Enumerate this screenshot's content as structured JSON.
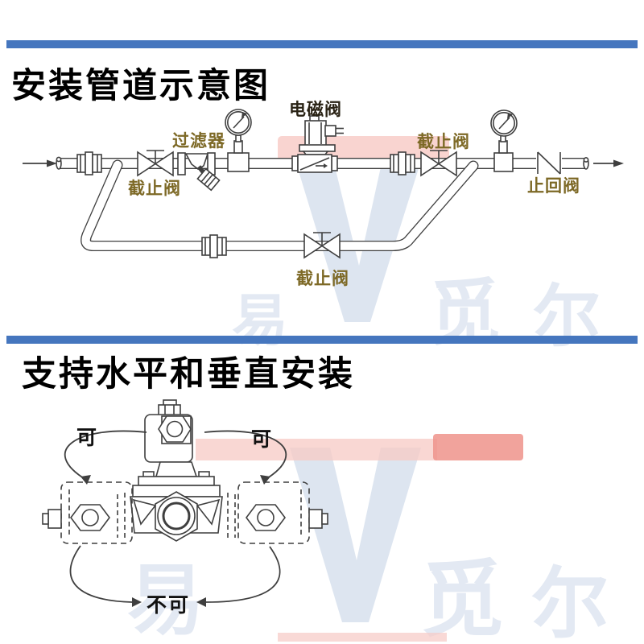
{
  "colors": {
    "divider_blue": "#4576be",
    "line": "#3f3f3f",
    "valve_label_gold": "#7d6926",
    "solenoid_label_dark": "#292214",
    "watermark_blue": "#dfe6f1",
    "watermark_pink": "#f7c9c4",
    "watermark_red": "#ee938b"
  },
  "section1": {
    "title": "安装管道示意图",
    "labels": {
      "stop_valve_1": "截止阀",
      "filter": "过滤器",
      "solenoid_valve": "电磁阀",
      "stop_valve_2": "截止阀",
      "check_valve": "止回阀",
      "stop_valve_bypass": "截止阀"
    }
  },
  "section2": {
    "title": "支持水平和垂直安装",
    "labels": {
      "ok_left": "可",
      "ok_right": "可",
      "not_ok": "不可"
    }
  },
  "watermark": {
    "char_yi": "易",
    "char_mi": "觅",
    "char_er": "尔"
  }
}
